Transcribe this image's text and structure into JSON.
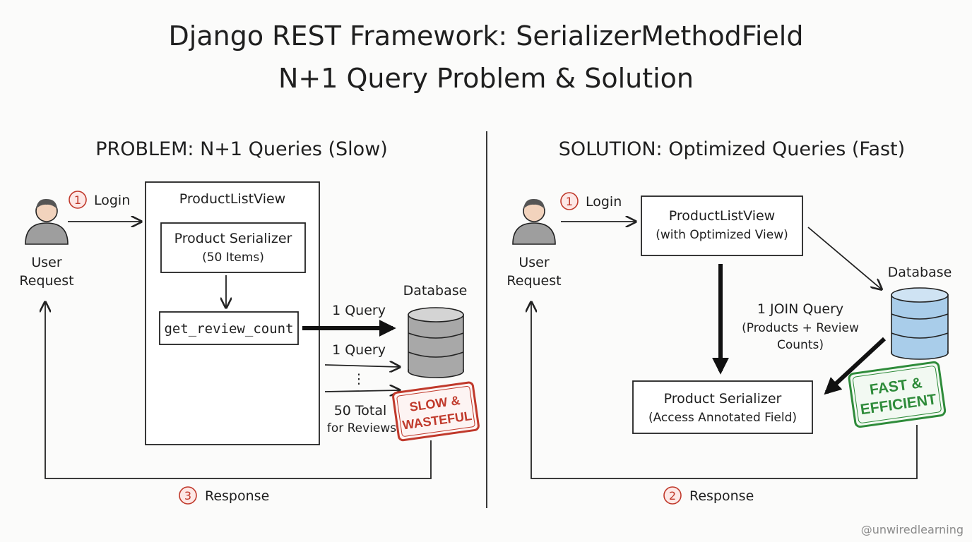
{
  "title": {
    "line1": "Django REST Framework: SerializerMethodField",
    "line2": "N+1 Query Problem & Solution"
  },
  "problem": {
    "heading": "PROBLEM: N+1 Queries (Slow)",
    "login_step": "1",
    "login_label": "Login",
    "user_line1": "User",
    "user_line2": "Request",
    "view_title": "ProductListView",
    "serializer_line1": "Product Serializer",
    "serializer_line2": "(50 Items)",
    "method": "get_review_count",
    "database": "Database",
    "query1": "1 Query",
    "query2": "1 Query",
    "ellipsis": "⋮",
    "total_line1": "50 Total",
    "total_line2": "for Reviews",
    "stamp_line1": "SLOW &",
    "stamp_line2": "WASTEFUL",
    "response_step": "3",
    "response_label": "Response"
  },
  "solution": {
    "heading": "SOLUTION: Optimized Queries (Fast)",
    "login_step": "1",
    "login_label": "Login",
    "user_line1": "User",
    "user_line2": "Request",
    "view_line1": "ProductListView",
    "view_line2": "(with Optimized View)",
    "database": "Database",
    "join_line1": "1 JOIN Query",
    "join_line2": "(Products + Review",
    "join_line3": "Counts)",
    "serializer_line1": "Product Serializer",
    "serializer_line2": "(Access Annotated Field)",
    "stamp_line1": "FAST &",
    "stamp_line2": "EFFICIENT",
    "response_step": "2",
    "response_label": "Response"
  },
  "watermark": "@unwiredlearning",
  "colors": {
    "problem_stamp": "#c0392b",
    "solution_stamp": "#2e8b3a",
    "db_problem": "#a8a8a8",
    "db_solution": "#a9cdea",
    "step_circle": "#c0392b"
  }
}
